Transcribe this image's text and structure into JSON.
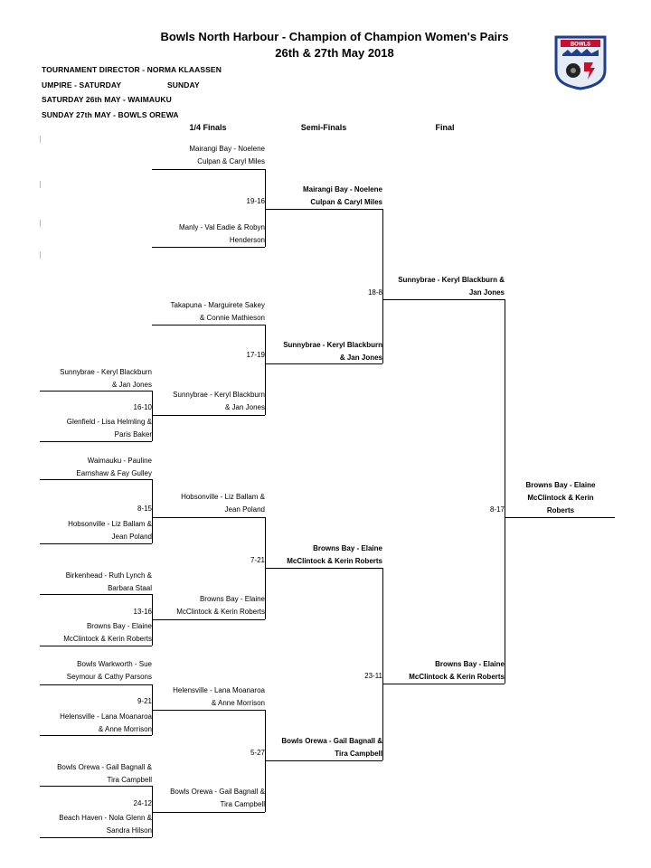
{
  "header": {
    "title": "Bowls North Harbour - Champion of Champion Women's Pairs",
    "dates": "26th & 27th May 2018"
  },
  "info": {
    "director": "TOURNAMENT DIRECTOR - NORMA KLAASSEN",
    "umpire_sat_label": "UMPIRE - SATURDAY",
    "umpire_sun_label": "SUNDAY",
    "saturday": "SATURDAY 26th MAY - WAIMAUKU",
    "sunday": "SUNDAY 27th MAY - BOWLS OREWA"
  },
  "columns": {
    "quarter": "1/4 Finals",
    "semi": "Semi-Finals",
    "final": "Final"
  },
  "logo": {
    "banner_text": "BOWLS",
    "icon": "bowls-north-harbour-crest",
    "colors": {
      "frame": "#1f3e8c",
      "banner": "#c8102e"
    }
  },
  "round1": {
    "m1": {
      "t1a": "Sunnybrae - Keryl Blackburn",
      "t1b": "& Jan Jones",
      "score": "16-10",
      "t2a": "Glenfield - Lisa Helmling &",
      "t2b": "Paris Baker"
    },
    "m2": {
      "t1a": "Waimauku - Pauline",
      "t1b": "Earnshaw & Fay Gulley",
      "score": "8-15",
      "t2a": "Hobsonville - Liz Ballam &",
      "t2b": "Jean Poland"
    },
    "m3": {
      "t1a": "Birkenhead - Ruth Lynch &",
      "t1b": "Barbara Staal",
      "score": "13-16",
      "t2a": "Browns Bay - Elaine",
      "t2b": "McClintock & Kerin Roberts"
    },
    "m4": {
      "t1a": "Bowls Warkworth - Sue",
      "t1b": "Seymour & Cathy Parsons",
      "score": "9-21",
      "t2a": "Helensville - Lana Moanaroa",
      "t2b": "& Anne Morrison"
    },
    "m5": {
      "t1a": "Bowls Orewa - Gail Bagnall &",
      "t1b": "Tira Campbell",
      "score": "24-12",
      "t2a": "Beach Haven - Nola Glenn &",
      "t2b": "Sandra Hilson"
    }
  },
  "quarter": {
    "q1": {
      "t1a": "Mairangi Bay - Noelene",
      "t1b": "Culpan & Caryl Miles",
      "score": "19-16",
      "t2a": "Manly - Val Eadie & Robyn",
      "t2b": "Henderson"
    },
    "q2": {
      "t1a": "Takapuna - Marguirete Sakey",
      "t1b": "& Connie Mathieson",
      "score": "17-19",
      "t2a": "Sunnybrae - Keryl Blackburn",
      "t2b": "& Jan Jones"
    },
    "q3": {
      "t1a": "Hobsonville - Liz Ballam &",
      "t1b": "Jean Poland",
      "score": "7-21",
      "t2a": "Browns Bay - Elaine",
      "t2b": "McClintock & Kerin Roberts"
    },
    "q4": {
      "t1a": "Helensville - Lana Moanaroa",
      "t1b": "& Anne Morrison",
      "score": "5-27",
      "t2a": "Bowls Orewa - Gail Bagnall &",
      "t2b": "Tira Campbell"
    }
  },
  "semi": {
    "s1": {
      "t1a": "Mairangi Bay - Noelene",
      "t1b": "Culpan & Caryl Miles",
      "score": "18-8",
      "t2a": "Sunnybrae - Keryl Blackburn",
      "t2b": "& Jan Jones"
    },
    "s2": {
      "t1a": "Browns Bay - Elaine",
      "t1b": "McClintock & Kerin Roberts",
      "score": "23-11",
      "t2a": "Bowls Orewa - Gail Bagnall &",
      "t2b": "Tira Campbell"
    }
  },
  "final": {
    "t1a": "Sunnybrae - Keryl Blackburn &",
    "t1b": "Jan Jones",
    "score": "8-17",
    "t2a": "Browns Bay - Elaine",
    "t2b": "McClintock & Kerin Roberts"
  },
  "champion": {
    "line1": "Browns Bay - Elaine",
    "line2": "McClintock & Kerin",
    "line3": "Roberts"
  }
}
